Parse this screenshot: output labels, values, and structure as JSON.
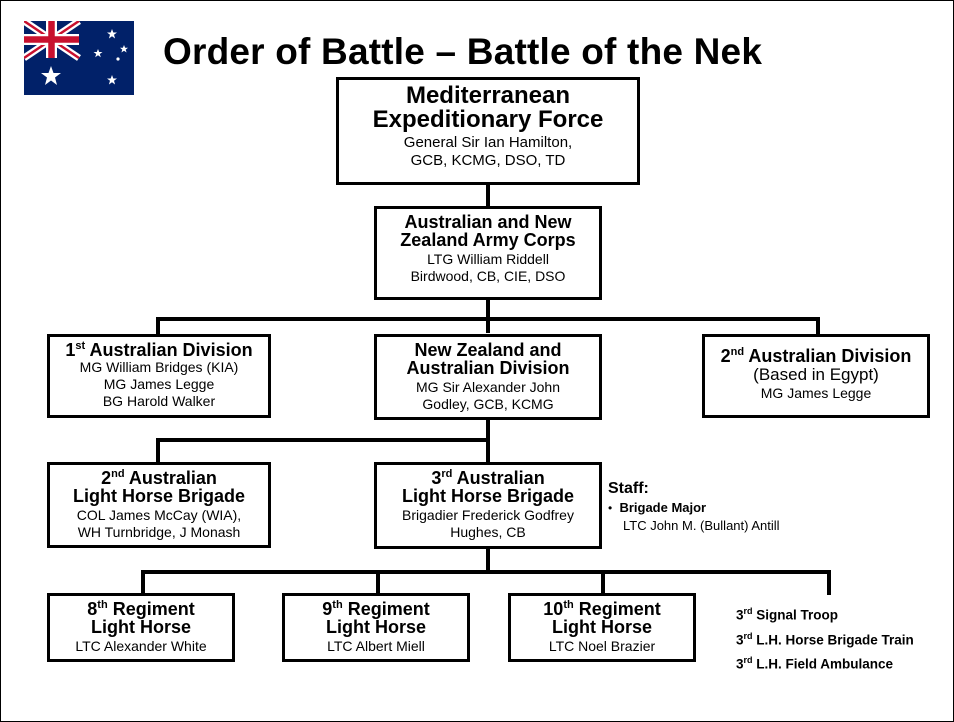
{
  "title": "Order of Battle – Battle of the Nek",
  "nodes": {
    "mef": {
      "name": "Mediterranean Expeditionary Force",
      "l1": "Mediterranean",
      "l2": "Expeditionary Force",
      "c1": "General Sir Ian Hamilton,",
      "c2": "GCB, KCMG, DSO, TD"
    },
    "anzac": {
      "name": "Australian and New Zealand Army Corps",
      "l1": "Australian and New",
      "l2": "Zealand Army Corps",
      "c1": "LTG William Riddell",
      "c2": "Birdwood, CB, CIE, DSO"
    },
    "div1": {
      "sup": "st",
      "num": "1",
      "name": " Australian Division",
      "c1": "MG William Bridges (KIA)",
      "c2": "MG James Legge",
      "c3": "BG Harold Walker"
    },
    "nzdiv": {
      "l1": "New Zealand and",
      "l2": "Australian Division",
      "c1": "MG Sir Alexander John",
      "c2": "Godley, GCB, KCMG"
    },
    "div2": {
      "num": "2",
      "sup": "nd",
      "name": " Australian Division",
      "note": "(Based in Egypt)",
      "c1": "MG James Legge"
    },
    "lhb2": {
      "num": "2",
      "sup": "nd",
      "l1": " Australian",
      "l2": "Light Horse Brigade",
      "c1": "COL James McCay (WIA),",
      "c2": "WH Turnbridge, J Monash"
    },
    "lhb3": {
      "num": "3",
      "sup": "rd",
      "l1": " Australian",
      "l2": "Light Horse Brigade",
      "c1": "Brigadier Frederick Godfrey",
      "c2": "Hughes, CB"
    },
    "reg8": {
      "num": "8",
      "sup": "th",
      "l1": " Regiment",
      "l2": "Light Horse",
      "c1": "LTC Alexander White"
    },
    "reg9": {
      "num": "9",
      "sup": "th",
      "l1": " Regiment",
      "l2": "Light Horse",
      "c1": "LTC Albert Miell"
    },
    "reg10": {
      "num": "10",
      "sup": "th",
      "l1": " Regiment",
      "l2": "Light Horse",
      "c1": "LTC Noel Brazier"
    }
  },
  "staff": {
    "heading": "Staff:",
    "role": "Brigade Major",
    "person": "LTC John M. (Bullant) Antill"
  },
  "units": [
    {
      "num": "3",
      "sup": "rd",
      "text": " Signal Troop"
    },
    {
      "num": "3",
      "sup": "rd",
      "text": " L.H. Horse Brigade Train"
    },
    {
      "num": "3",
      "sup": "rd",
      "text": " L.H. Field Ambulance"
    }
  ],
  "colors": {
    "flag_blue": "#012169",
    "flag_red": "#C8102E",
    "flag_white": "#FFFFFF",
    "line": "#000000"
  },
  "icons": {
    "flag": "australian-flag-icon"
  }
}
